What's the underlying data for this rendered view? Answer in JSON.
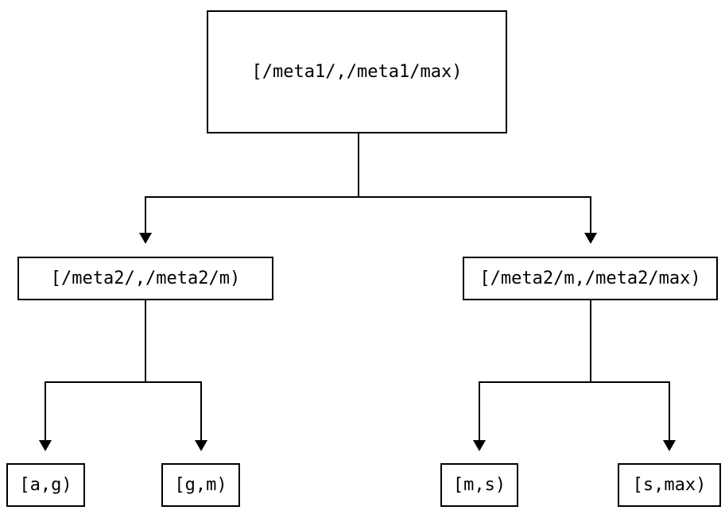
{
  "diagram": {
    "type": "tree",
    "colors": {
      "line": "#000000",
      "text": "#000000",
      "background": "#ffffff"
    },
    "nodes": {
      "root": {
        "label": "[/meta1/,/meta1/max)"
      },
      "left": {
        "label": "[/meta2/,/meta2/m)"
      },
      "right": {
        "label": "[/meta2/m,/meta2/max)"
      },
      "leaf_ag": {
        "label": "[a,g)"
      },
      "leaf_gm": {
        "label": "[g,m)"
      },
      "leaf_ms": {
        "label": "[m,s)"
      },
      "leaf_smax": {
        "label": "[s,max)"
      }
    },
    "edges": [
      {
        "from": "root",
        "to": "left"
      },
      {
        "from": "root",
        "to": "right"
      },
      {
        "from": "left",
        "to": "leaf_ag"
      },
      {
        "from": "left",
        "to": "leaf_gm"
      },
      {
        "from": "right",
        "to": "leaf_ms"
      },
      {
        "from": "right",
        "to": "leaf_smax"
      }
    ]
  }
}
